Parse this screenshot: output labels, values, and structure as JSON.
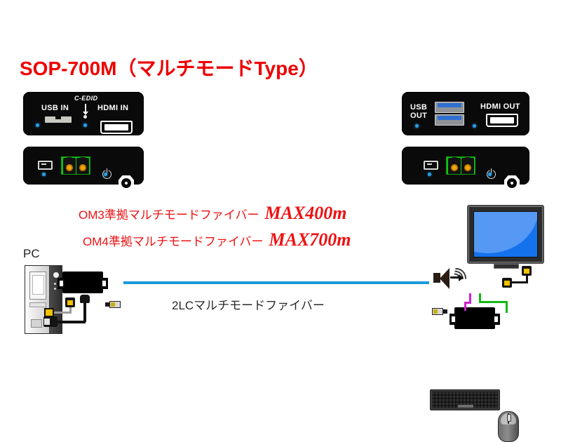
{
  "title": "SOP-700M（マルチモードType）",
  "units": {
    "transmitter_front": {
      "name": "transmitter-front-panel",
      "cedid_label": "C-EDID",
      "usb_label": "USB IN",
      "hdmi_label": "HDMI IN",
      "ports": [
        "usb-micro-in",
        "hdmi-in"
      ],
      "leds": [
        "white-led",
        "blue-led",
        "blue-led"
      ]
    },
    "receiver_front": {
      "name": "receiver-front-panel",
      "usb_label_line1": "USB",
      "usb_label_line2": "OUT",
      "hdmi_label": "HDMI OUT",
      "ports": [
        "usb-a-out-upper",
        "usb-a-out-lower",
        "hdmi-out"
      ],
      "leds": [
        "blue-led",
        "blue-led"
      ]
    },
    "transmitter_rear": {
      "name": "transmitter-rear-panel",
      "ports": [
        "link-indicator",
        "fiber-2lc-port",
        "power-switch",
        "dc-power-jack"
      ]
    },
    "receiver_rear": {
      "name": "receiver-rear-panel",
      "ports": [
        "link-indicator",
        "fiber-2lc-port",
        "power-switch",
        "dc-power-jack"
      ]
    }
  },
  "annotations": {
    "line1_jp": "OM3準拠マルチモードファイバー",
    "line1_max": "MAX400m",
    "line2_jp": "OM4準拠マルチモードファイバー",
    "line2_max": "MAX700m",
    "fiber_caption": "2LCマルチモードファイバー"
  },
  "scene": {
    "pc_label": "PC",
    "devices": [
      "pc-tower",
      "transmitter-box",
      "fiber-cable",
      "receiver-box",
      "monitor",
      "speaker",
      "keyboard",
      "mouse"
    ]
  },
  "colors": {
    "title_red": "#ee0000",
    "annotation_red": "#ee1111",
    "fiber_blue": "#1b9bd8",
    "screen_blue": "#1472ec",
    "screen_blue_light": "#5599f5",
    "panel_black": "#0a0a0a",
    "fiber_port_green": "#12c412",
    "led_blue": "#2a9fe8",
    "connector_yellow": "#f2c200",
    "keyboard_cable_magenta": "#cc22cc",
    "mouse_cable_green": "#11bb11",
    "caption_gray": "#2a2a2a"
  }
}
